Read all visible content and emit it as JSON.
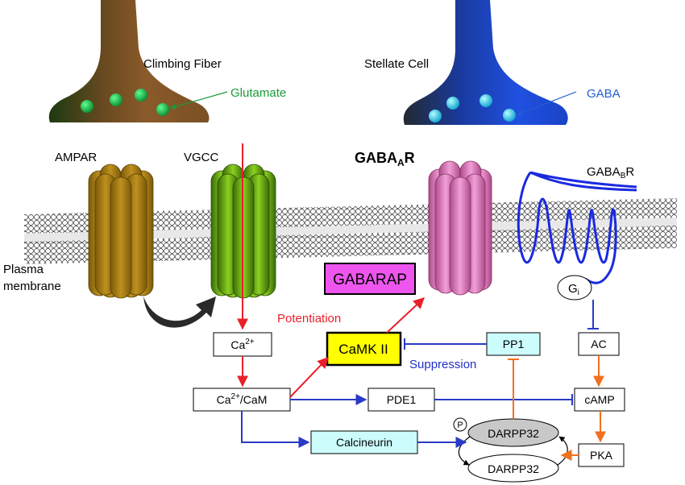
{
  "labels": {
    "climbing_fiber": "Climbing  Fiber",
    "glutamate": "Glutamate",
    "stellate_cell": "Stellate Cell",
    "gaba": "GABA",
    "ampar": "AMPAR",
    "vgcc": "VGCC",
    "gabaar_main": "GABA",
    "gabaar_sub": "A",
    "gabaar_tail": "R",
    "gababr_main": "GABA",
    "gababr_sub": "B",
    "gababr_tail": "R",
    "plasma_line1": "Plasma",
    "plasma_line2": "membrane",
    "potentiation": "Potentiation",
    "suppression": "Suppression",
    "phospho": "P"
  },
  "boxes": {
    "gabarap": "GABARAP",
    "camkii": "CaMK II",
    "ca_main": "Ca",
    "ca_sup": "2+",
    "cacam_main": "Ca",
    "cacam_sup": "2+",
    "cacam_tail": "/CaM",
    "pde1": "PDE1",
    "calcineurin": "Calcineurin",
    "pp1": "PP1",
    "ac": "AC",
    "camp": "cAMP",
    "pka": "PKA",
    "darpp32_p": "DARPP32",
    "darpp32": "DARPP32",
    "gi_main": "G",
    "gi_sub": "i"
  },
  "colors": {
    "glutamate_text": "#1a9a3a",
    "gaba_text": "#1f5fd0",
    "potentiation_text": "#e8202a",
    "suppression_text": "#2030c8",
    "red_arrow": "#e8202a",
    "blue_arrow": "#2a3ac8",
    "orange_arrow": "#f07020",
    "gabarap_fill": "#ee55ee",
    "camkii_fill": "#ffff00",
    "cyan_fill": "#ccfcfc"
  }
}
